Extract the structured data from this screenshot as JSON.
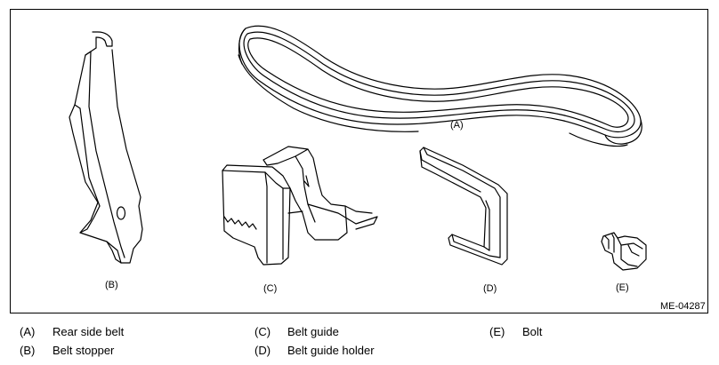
{
  "figure_id": "ME-04287",
  "callouts": {
    "a": "(A)",
    "b": "(B)",
    "c": "(C)",
    "d": "(D)",
    "e": "(E)"
  },
  "legend": [
    {
      "key": "(A)",
      "text": "Rear side belt"
    },
    {
      "key": "(B)",
      "text": "Belt stopper"
    },
    {
      "key": "(C)",
      "text": "Belt guide"
    },
    {
      "key": "(D)",
      "text": "Belt guide holder"
    },
    {
      "key": "(E)",
      "text": "Bolt"
    }
  ]
}
